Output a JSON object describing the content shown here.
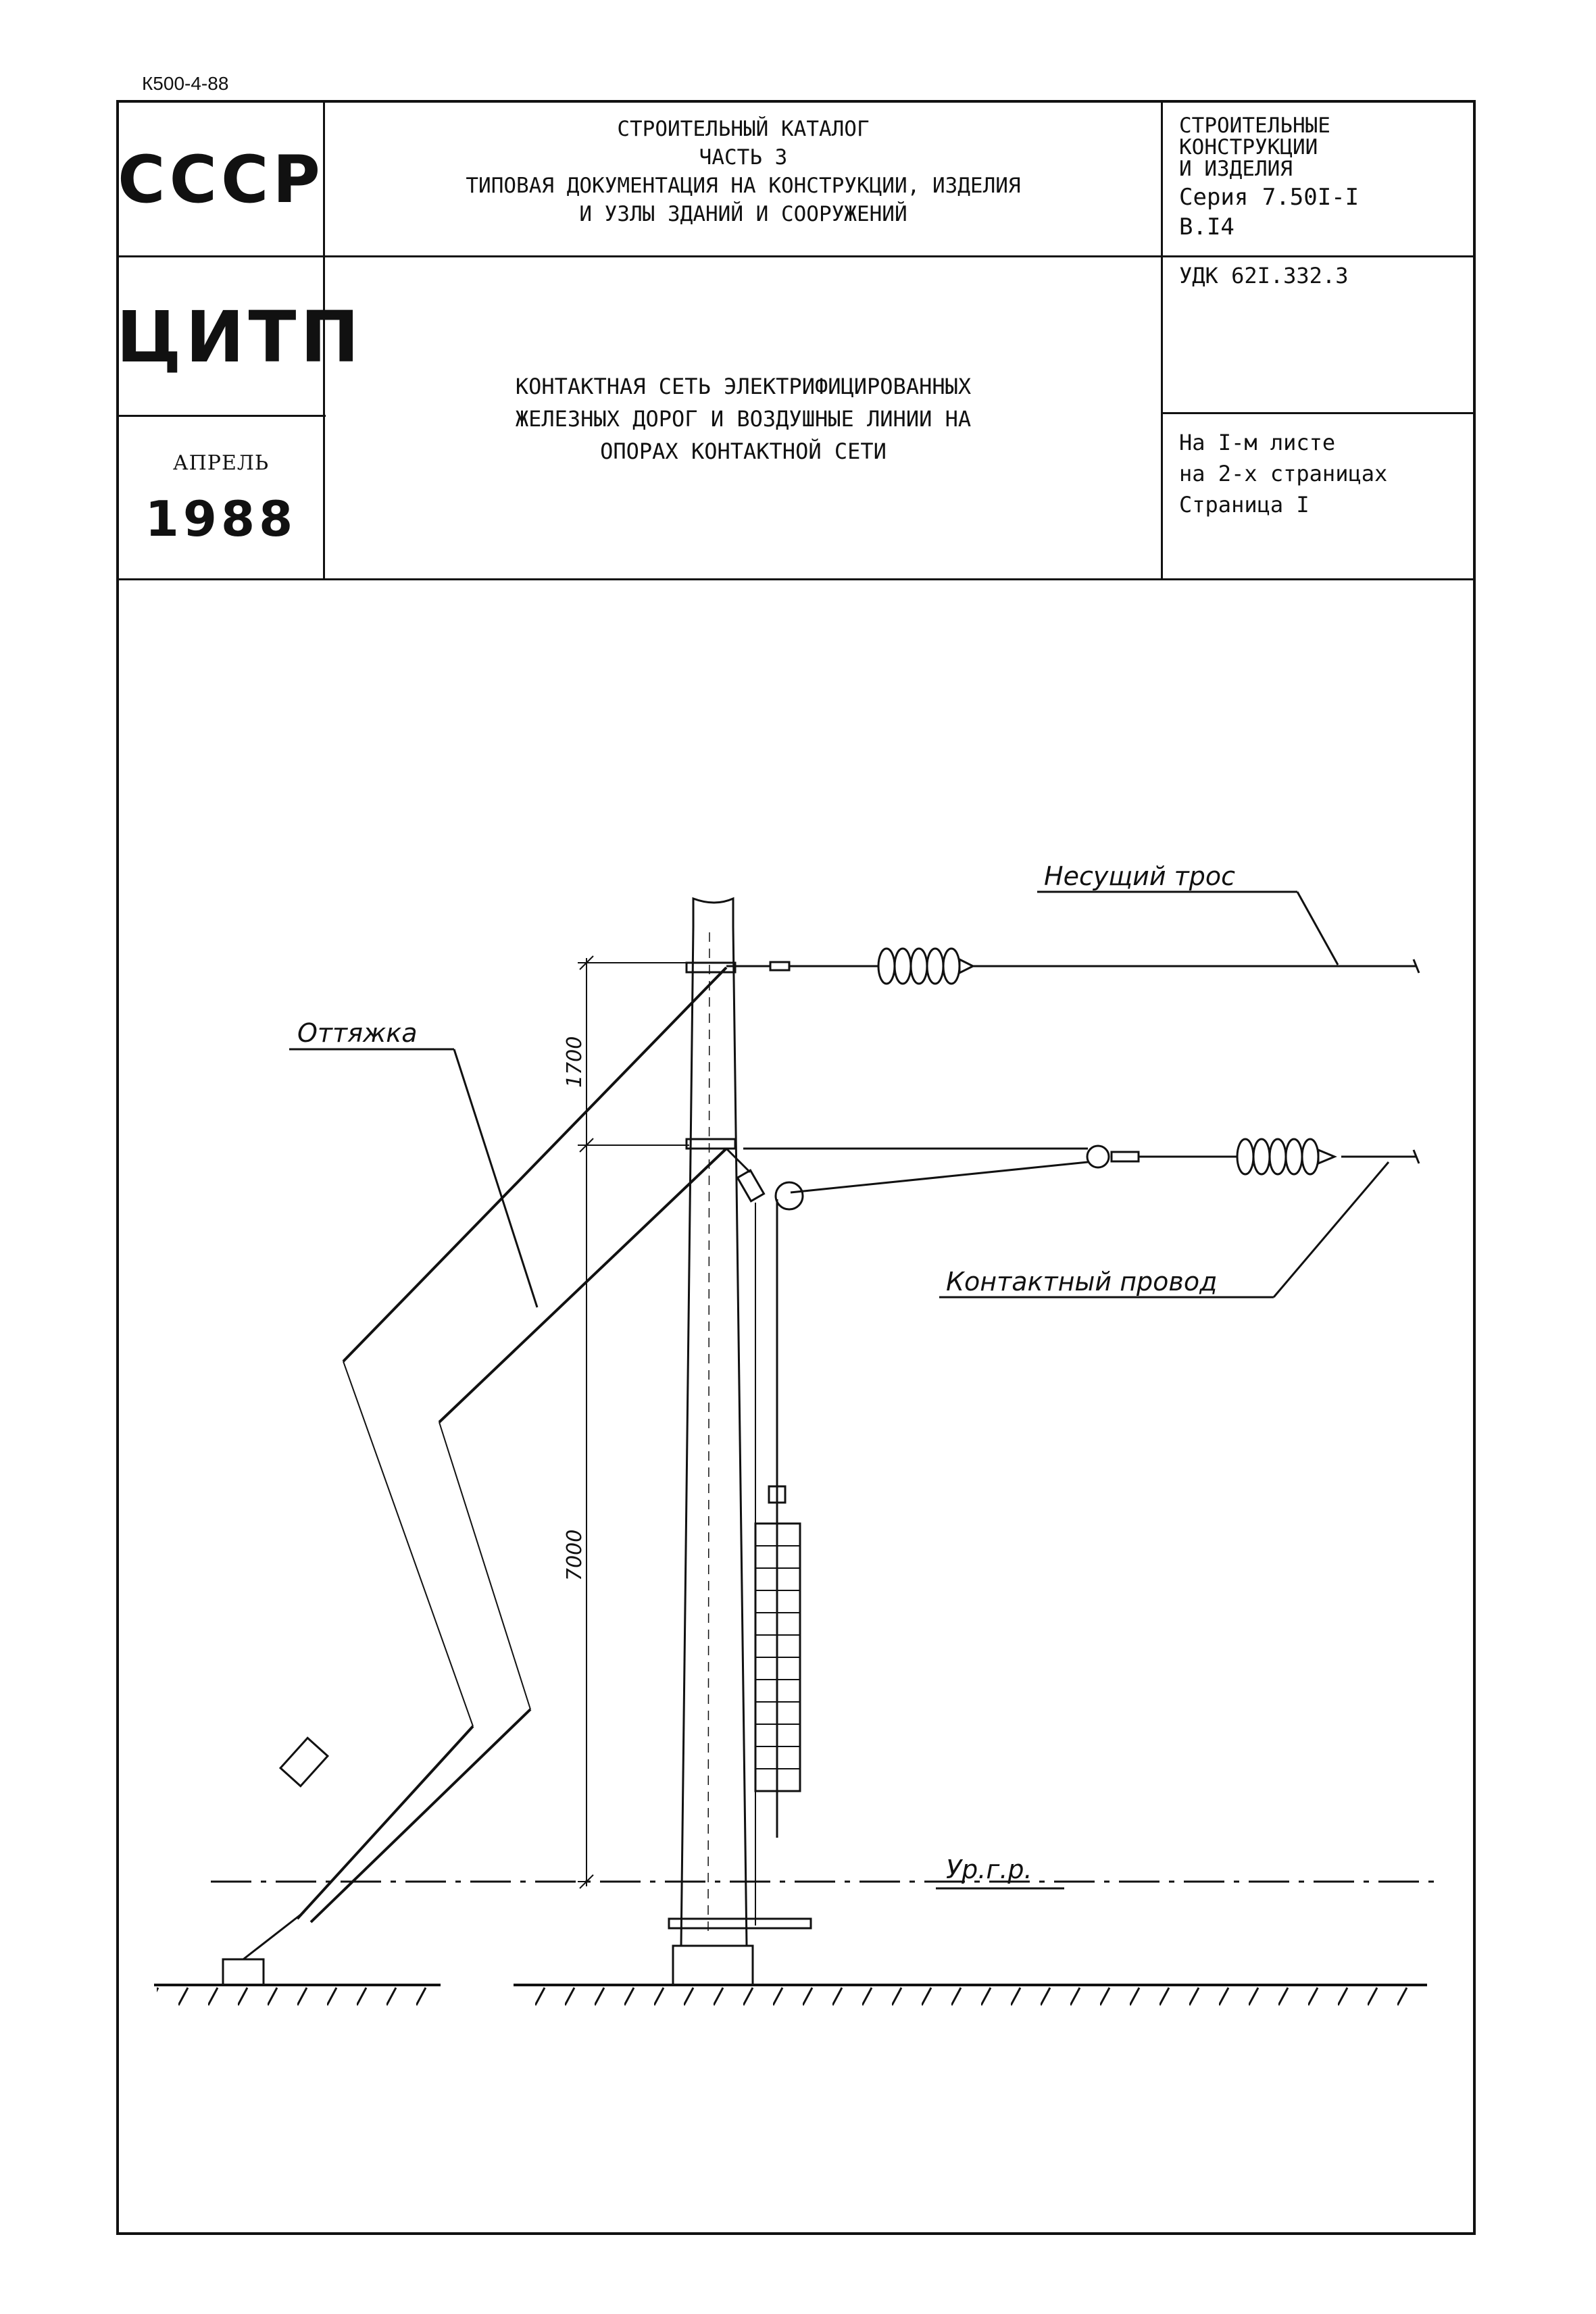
{
  "doc_code": "К500-4-88",
  "stamp": {
    "country": "СССР",
    "org": "ЦИТП",
    "month": "АПРЕЛЬ",
    "year": "1988"
  },
  "catalog": {
    "line1": "СТРОИТЕЛЬНЫЙ КАТАЛОГ",
    "line2": "ЧАСТЬ 3",
    "line3": "ТИПОВАЯ ДОКУМЕНТАЦИЯ НА КОНСТРУКЦИИ, ИЗДЕЛИЯ",
    "line4": "И УЗЛЫ ЗДАНИЙ И СООРУЖЕНИЙ"
  },
  "section": {
    "line1": "СТРОИТЕЛЬНЫЕ",
    "line2": "КОНСТРУКЦИИ",
    "line3": "И ИЗДЕЛИЯ",
    "series": "Серия 7.50I-I",
    "issue": "В.I4"
  },
  "udk": "УДК 62I.332.3",
  "title": {
    "line1": "КОНТАКТНАЯ СЕТЬ ЭЛЕКТРИФИЦИРОВАННЫХ",
    "line2": "ЖЕЛЕЗНЫХ ДОРОГ И ВОЗДУШНЫЕ ЛИНИИ НА",
    "line3": "ОПОРАХ КОНТАКТНОЙ СЕТИ"
  },
  "sheet": {
    "line1": "На I-м листе",
    "line2": "на 2-х страницах",
    "line3": "Страница I"
  },
  "drawing": {
    "label_carrier": "Несущий трос",
    "label_guy": "Оттяжка",
    "label_contact": "Контактный провод",
    "label_ground": "Ур.г.р.",
    "dim_upper": "1700",
    "dim_lower": "7000"
  }
}
